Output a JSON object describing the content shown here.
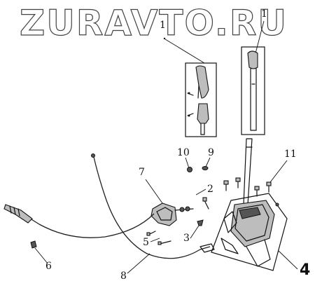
{
  "watermark": {
    "text": "ZURAVTO.RU"
  },
  "callouts": {
    "c1_left": "1",
    "c1_right": "1",
    "c2": "2",
    "c3": "3",
    "c4": "4",
    "c5": "5",
    "c6": "6",
    "c7": "7",
    "c8": "8",
    "c9": "9",
    "c10": "10",
    "c11": "11"
  },
  "colors": {
    "line": "#111111",
    "fill": "#bdbdbd",
    "background": "#ffffff"
  }
}
